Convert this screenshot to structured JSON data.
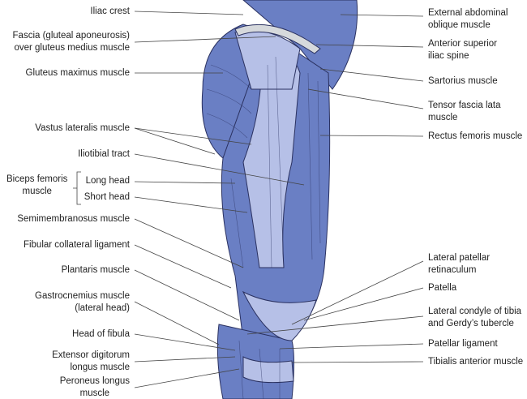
{
  "left_labels": {
    "iliac_crest": "Iliac crest",
    "fascia_1": "Fascia (gluteal aponeurosis)",
    "fascia_2": "over gluteus medius muscle",
    "gluteus_maximus": "Gluteus maximus muscle",
    "vastus_lateralis": "Vastus lateralis muscle",
    "iliotibial_tract": "Iliotibial tract",
    "biceps_1": "Biceps femoris",
    "biceps_2": "muscle",
    "long_head": "Long head",
    "short_head": "Short head",
    "semimembranosus": "Semimembranosus muscle",
    "fibular_collateral": "Fibular collateral ligament",
    "plantaris": "Plantaris muscle",
    "gastrocnemius_1": "Gastrocnemius muscle",
    "gastrocnemius_2": "(lateral head)",
    "head_of_fibula": "Head of fibula",
    "extensor_1": "Extensor digitorum",
    "extensor_2": "longus muscle",
    "peroneus_1": "Peroneus longus",
    "peroneus_2": "muscle"
  },
  "right_labels": {
    "external_oblique_1": "External abdominal",
    "external_oblique_2": "oblique muscle",
    "asis_1": "Anterior superior",
    "asis_2": "iliac spine",
    "sartorius": "Sartorius muscle",
    "tensor_1": "Tensor fascia lata",
    "tensor_2": "muscle",
    "rectus_femoris": "Rectus femoris muscle",
    "lateral_retinaculum_1": "Lateral patellar",
    "lateral_retinaculum_2": "retinaculum",
    "patella": "Patella",
    "lateral_condyle_1": "Lateral condyle of tibia",
    "lateral_condyle_2": "and Gerdy’s tubercle",
    "patellar_ligament": "Patellar ligament",
    "tibialis_anterior": "Tibialis anterior muscle"
  },
  "colors": {
    "muscle": "#6a7fc4",
    "fascia": "#b6c0e7",
    "outline": "#2a3160",
    "bone": "#d6d9dc"
  }
}
